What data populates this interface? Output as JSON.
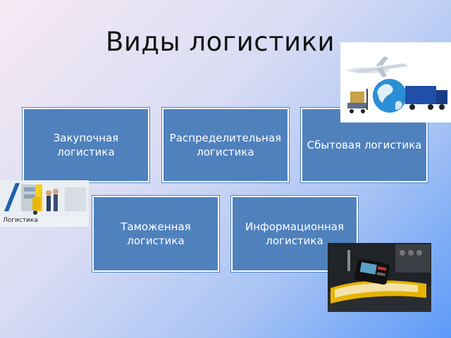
{
  "title": "Виды логистики",
  "boxes": [
    {
      "label": "Закупочная логистика"
    },
    {
      "label": "Распределительная логистика"
    },
    {
      "label": "Сбытовая логистика"
    },
    {
      "label": "Таможенная логистика"
    },
    {
      "label": "Информационная логистика"
    }
  ],
  "images": {
    "transport": {
      "icon": "globe-transport-image"
    },
    "warehouse": {
      "icon": "warehouse-image",
      "caption": "Логистика"
    },
    "terminal": {
      "icon": "handheld-terminal-image"
    }
  },
  "colors": {
    "box": "#4f81bd",
    "box_border": "#ffffff",
    "title": "#111111"
  }
}
